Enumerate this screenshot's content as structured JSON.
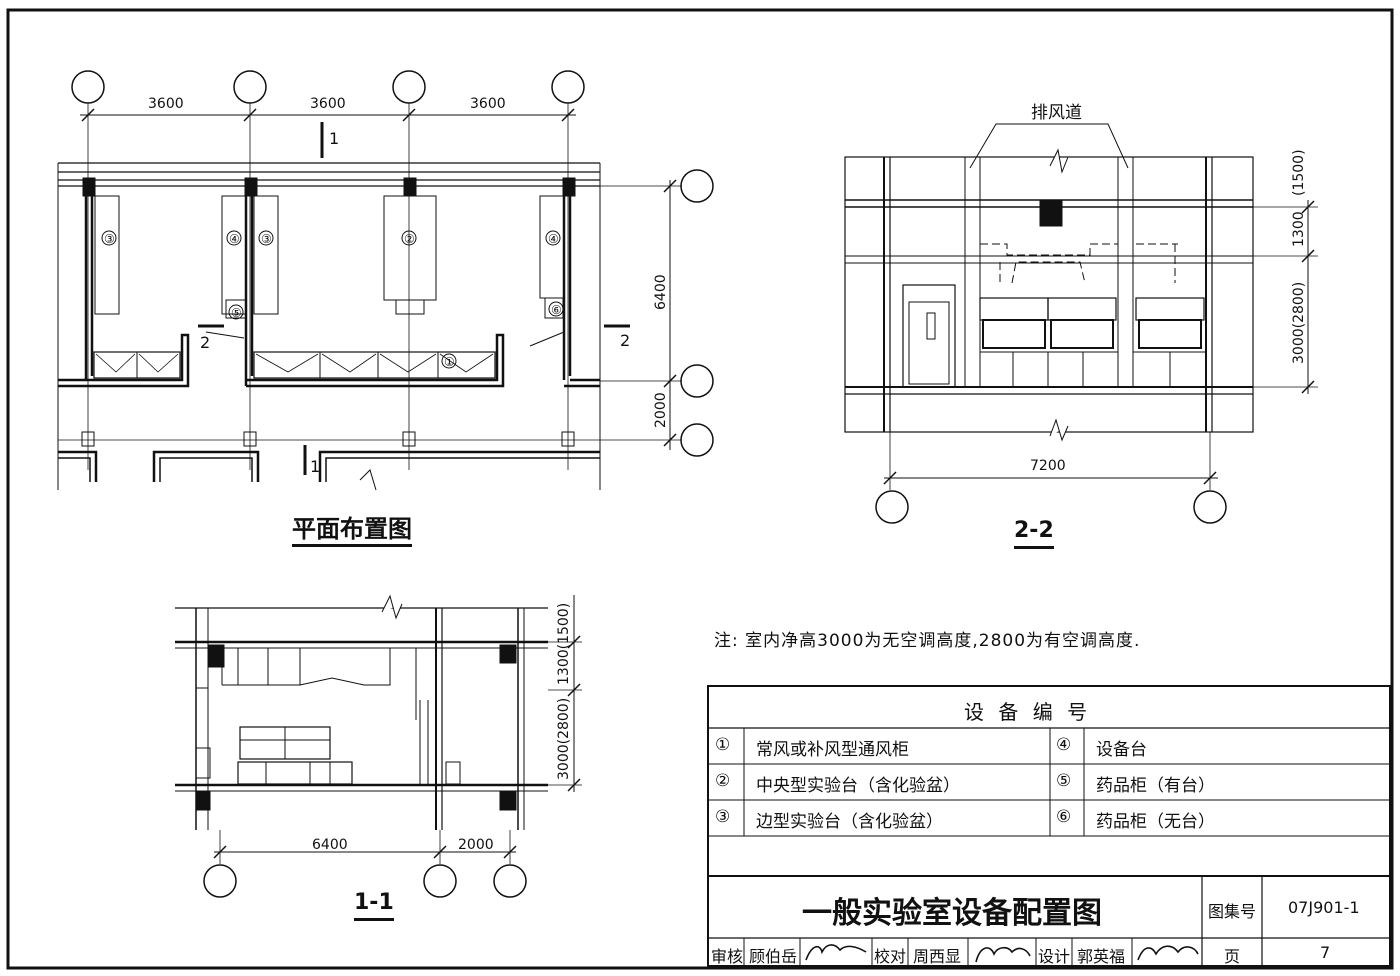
{
  "plan": {
    "title": "平面布置图",
    "dims_top": [
      "3600",
      "3600",
      "3600"
    ],
    "dim_right_1": "6400",
    "dim_right_2": "2000",
    "section_1_label": "1",
    "section_2_label": "2"
  },
  "elevation_2_2": {
    "title": "2-2",
    "duct_label": "排风道",
    "dim_bottom": "7200",
    "dim_r1": "(1500)",
    "dim_r2": "1300",
    "dim_r3": "3000(2800)"
  },
  "section_1_1": {
    "title": "1-1",
    "dim_b1": "6400",
    "dim_b2": "2000",
    "dim_r1": "1300(1500)",
    "dim_r2": "3000(2800)"
  },
  "note": "注: 室内净高3000为无空调高度,2800为有空调高度.",
  "legend": {
    "header": "设 备 编 号",
    "items": [
      {
        "num": "①",
        "text": "常风或补风型通风柜"
      },
      {
        "num": "④",
        "text": "设备台"
      },
      {
        "num": "②",
        "text": "中央型实验台（含化验盆）"
      },
      {
        "num": "⑤",
        "text": "药品柜（有台）"
      },
      {
        "num": "③",
        "text": "边型实验台（含化验盆）"
      },
      {
        "num": "⑥",
        "text": "药品柜（无台）"
      }
    ]
  },
  "title_block": {
    "drawing_title": "一般实验室设备配置图",
    "atlas_label": "图集号",
    "atlas_no": "07J901-1",
    "review_label": "审核",
    "reviewer": "顾伯岳",
    "check_label": "校对",
    "checker": "周西显",
    "design_label": "设计",
    "designer": "郭英福",
    "page_label": "页",
    "page_no": "7"
  }
}
